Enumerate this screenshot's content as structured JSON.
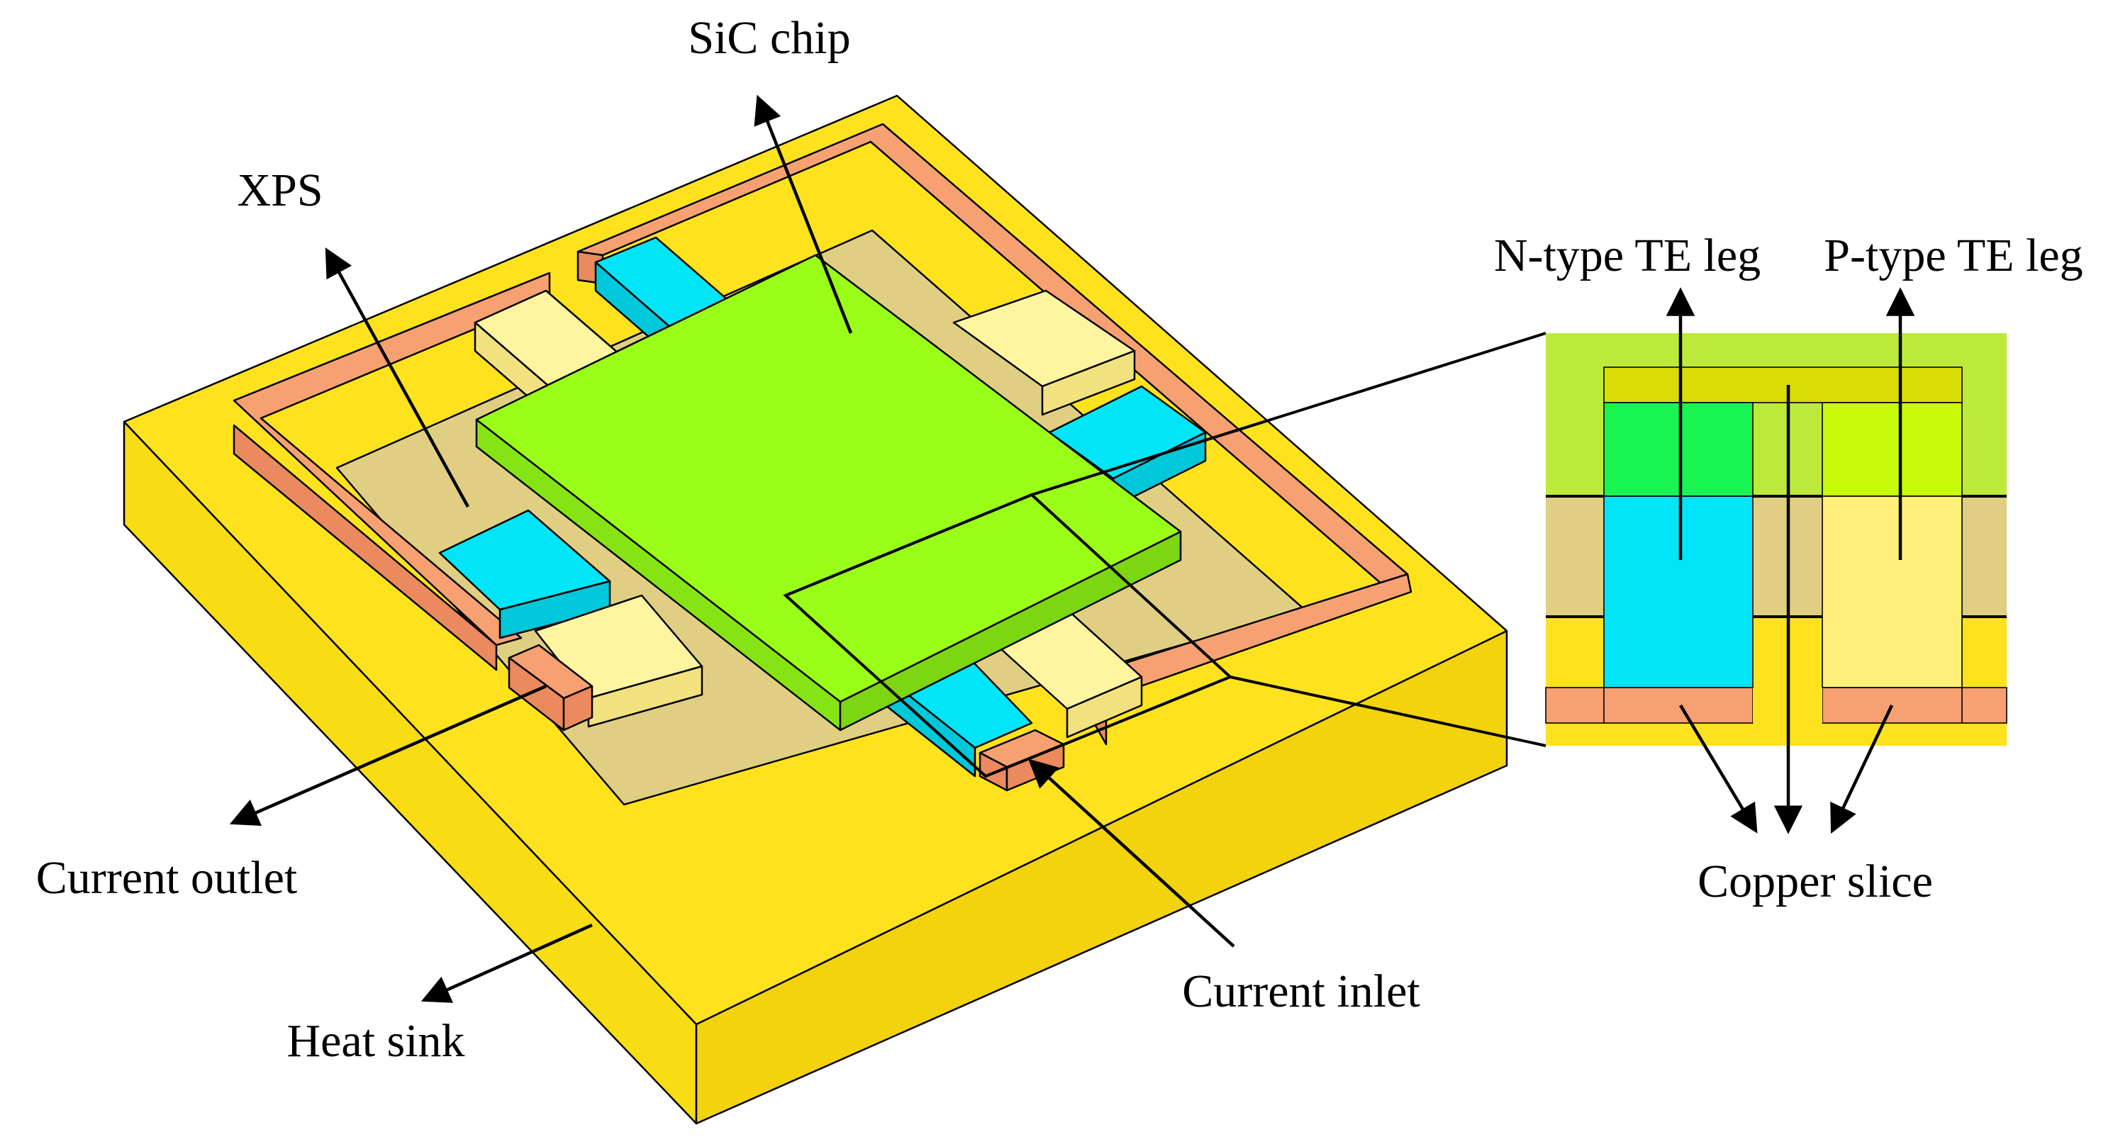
{
  "labels": {
    "sic_chip": "SiC chip",
    "xps": "XPS",
    "n_type_leg": "N-type TE leg",
    "p_type_leg": "P-type TE leg",
    "current_outlet": "Current outlet",
    "current_inlet": "Current inlet",
    "copper_slice": "Copper slice",
    "heat_sink": "Heat sink"
  },
  "colors": {
    "heat_sink_top": "#FFE21E",
    "heat_sink_front": "#F8DC14",
    "heat_sink_side": "#F3D20E",
    "xps": "#E0CF83",
    "copper": "#F7A072",
    "copper_dark": "#EA8A5E",
    "sic_chip": "#99FF19",
    "sic_chip_side": "#86E415",
    "n_type_leg": "#00E5F8",
    "n_type_leg_side": "#00C7DA",
    "p_type_leg": "#FFF5A0",
    "p_type_leg_side": "#F2E27F",
    "inset_green": "#BDEA3A",
    "inset_n_top": "#18F552",
    "inset_p_top": "#C8FA0C",
    "inset_strip": "#DADC06"
  }
}
